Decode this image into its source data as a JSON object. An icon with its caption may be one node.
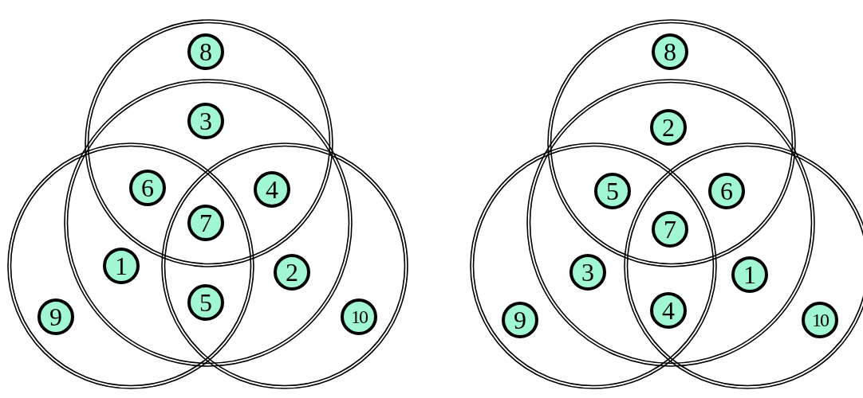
{
  "diagram": {
    "nodes": [
      {
        "text": [
          "8"
        ]
      },
      {
        "text": [
          "3"
        ]
      },
      {
        "text": [
          "6"
        ]
      },
      {
        "text": [
          "4"
        ]
      },
      {
        "text": [
          "7"
        ]
      },
      {
        "text": [
          "1"
        ]
      },
      {
        "text": [
          "2"
        ]
      },
      {
        "text": [
          "5"
        ]
      },
      {
        "text": [
          "9"
        ]
      },
      {
        "text": [
          "10"
        ]
      },
      {
        "text": [
          "8"
        ]
      },
      {
        "text": [
          "2"
        ]
      },
      {
        "text": [
          "5"
        ]
      },
      {
        "text": [
          "6"
        ]
      },
      {
        "text": [
          "7"
        ]
      },
      {
        "text": [
          "3"
        ]
      },
      {
        "text": [
          "1"
        ]
      },
      {
        "text": [
          "4"
        ]
      },
      {
        "text": [
          "9"
        ]
      },
      {
        "text": [
          "10"
        ]
      }
    ]
  }
}
